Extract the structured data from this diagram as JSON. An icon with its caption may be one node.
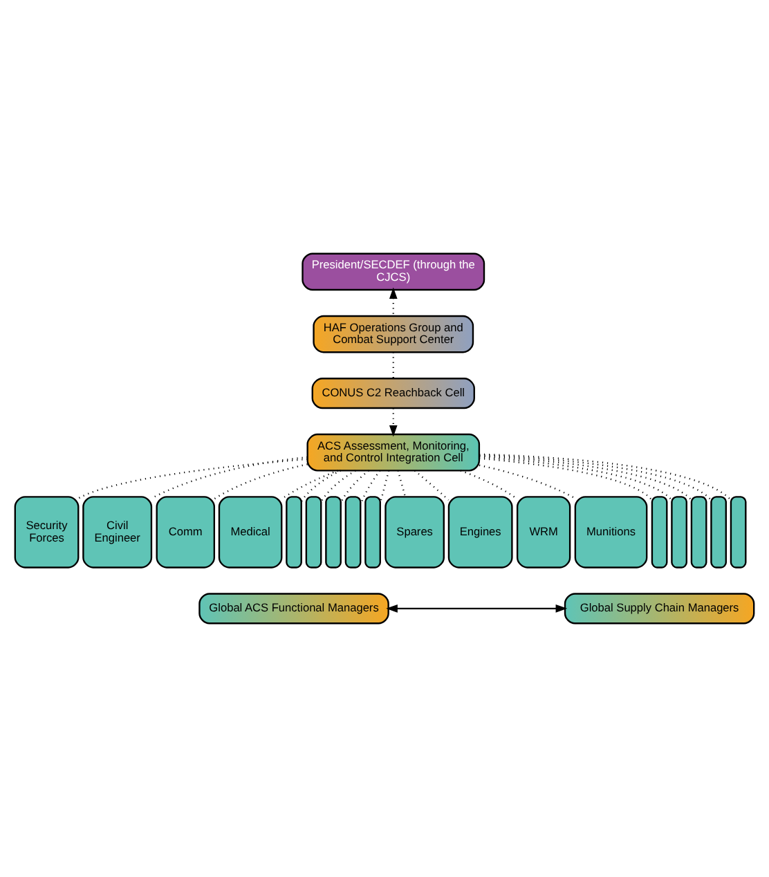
{
  "diagram": {
    "nodes": [
      {
        "text": [
          "President/SECDEF (through the CJCS)"
        ]
      },
      {
        "text": [
          "HAF Operations Group and Combat Support Center"
        ]
      },
      {
        "text": [
          "CONUS C2 Reachback Cell"
        ]
      },
      {
        "text": [
          "ACS Assessment, Monitoring, and Control Integration Cell"
        ]
      },
      {
        "text": [
          "Security Forces"
        ]
      },
      {
        "text": [
          "Civil Engineer"
        ]
      },
      {
        "text": [
          "Comm"
        ]
      },
      {
        "text": [
          "Medical"
        ]
      },
      {
        "text": [],
        "shape": "box"
      },
      {
        "text": [],
        "shape": "box"
      },
      {
        "text": [],
        "shape": "box"
      },
      {
        "text": [],
        "shape": "box"
      },
      {
        "text": [],
        "shape": "box"
      },
      {
        "text": [
          "Global ACS Functional Managers"
        ]
      },
      {
        "text": [
          "Spares"
        ]
      },
      {
        "text": [
          "Engines"
        ]
      },
      {
        "text": [
          "WRM"
        ]
      },
      {
        "text": [
          "Munitions"
        ]
      },
      {
        "text": [],
        "shape": "box"
      },
      {
        "text": [],
        "shape": "box"
      },
      {
        "text": [],
        "shape": "box"
      },
      {
        "text": [],
        "shape": "box"
      },
      {
        "text": [],
        "shape": "box"
      },
      {
        "text": [
          "Global Supply Chain Managers"
        ]
      }
    ],
    "edges": [
      {
        "from": 1,
        "to": 0,
        "arrow": "to",
        "style": "dashed"
      },
      {
        "from": 1,
        "to": 2,
        "arrow": "none",
        "style": "dashed"
      },
      {
        "from": 2,
        "to": 3,
        "arrow": "to",
        "style": "dashed"
      },
      {
        "from": 3,
        "to": 4,
        "arrow": "none",
        "style": "dashed"
      },
      {
        "from": 3,
        "to": 5,
        "arrow": "none",
        "style": "dashed"
      },
      {
        "from": 3,
        "to": 6,
        "arrow": "none",
        "style": "dashed"
      },
      {
        "from": 3,
        "to": 7,
        "arrow": "none",
        "style": "dashed"
      },
      {
        "from": 3,
        "to": 8,
        "arrow": "none",
        "style": "dashed"
      },
      {
        "from": 3,
        "to": 9,
        "arrow": "none",
        "style": "dashed"
      },
      {
        "from": 3,
        "to": 10,
        "arrow": "none",
        "style": "dashed"
      },
      {
        "from": 3,
        "to": 11,
        "arrow": "none",
        "style": "dashed"
      },
      {
        "from": 3,
        "to": 12,
        "arrow": "none",
        "style": "dashed"
      },
      {
        "from": 3,
        "to": 14,
        "arrow": "none",
        "style": "dashed"
      },
      {
        "from": 3,
        "to": 15,
        "arrow": "none",
        "style": "dashed"
      },
      {
        "from": 3,
        "to": 16,
        "arrow": "none",
        "style": "dashed"
      },
      {
        "from": 3,
        "to": 17,
        "arrow": "none",
        "style": "dashed"
      },
      {
        "from": 3,
        "to": 18,
        "arrow": "none",
        "style": "dashed"
      },
      {
        "from": 3,
        "to": 19,
        "arrow": "none",
        "style": "dashed"
      },
      {
        "from": 3,
        "to": 20,
        "arrow": "none",
        "style": "dashed"
      },
      {
        "from": 3,
        "to": 21,
        "arrow": "none",
        "style": "dashed"
      },
      {
        "from": 3,
        "to": 22,
        "arrow": "none",
        "style": "dashed"
      },
      {
        "from": 13,
        "to": 23,
        "arrow": "both"
      }
    ]
  }
}
